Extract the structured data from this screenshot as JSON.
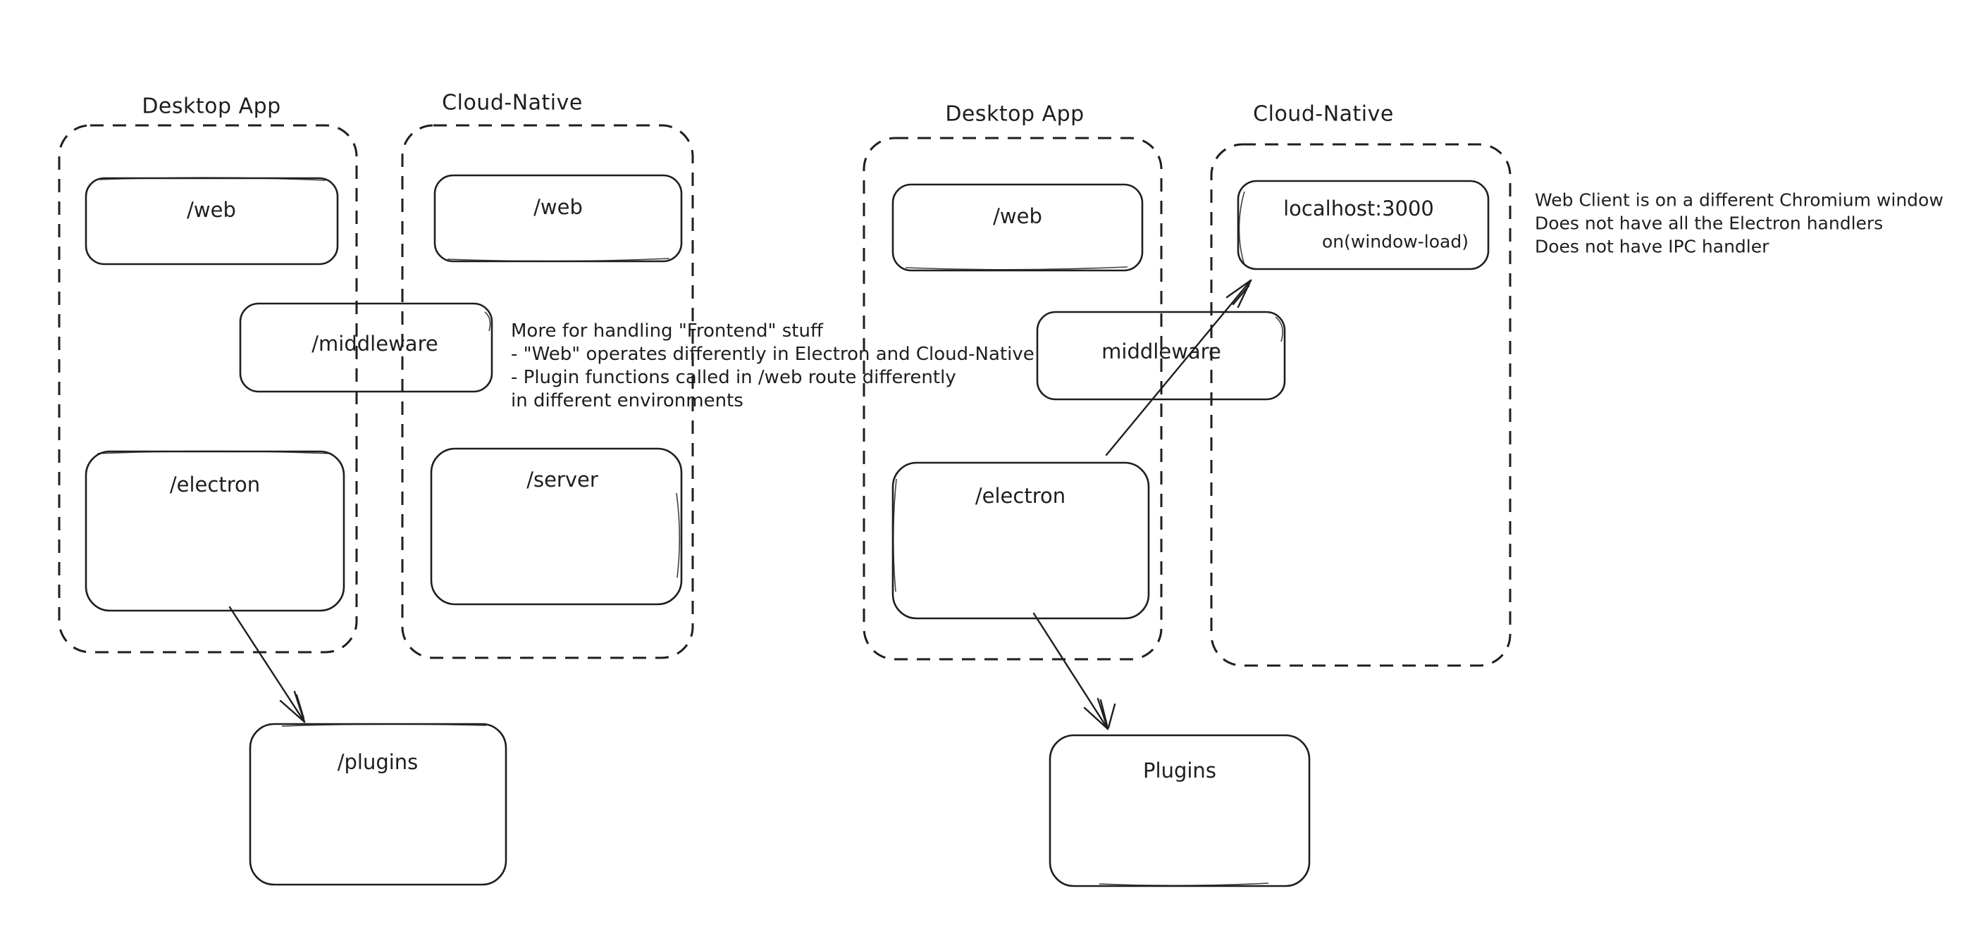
{
  "colors": {
    "ink": "#1e1e1e",
    "green": "#2f9e44",
    "red": "#e03131",
    "background": "#ffffff"
  },
  "left_diagram": {
    "desktop_group_label": "Desktop App",
    "cloud_group_label": "Cloud-Native",
    "web_desktop_label": "/web",
    "web_cloud_label": "/web",
    "middleware_label": "/middleware",
    "electron_label": "/electron",
    "server_label": "/server",
    "plugins_label": "/plugins"
  },
  "right_diagram": {
    "desktop_group_label": "Desktop App",
    "cloud_group_label": "Cloud-Native",
    "web_label": "/web",
    "localhost_label": "localhost:3000",
    "localhost_event_label": "on(window-load)",
    "middleware_label": "middleware",
    "electron_label": "/electron",
    "plugins_label": "Plugins"
  },
  "notes": {
    "middleware_note": {
      "color": "#2f9e44",
      "lines": [
        "More for handling \"Frontend\" stuff",
        "- \"Web\" operates differently in Electron and Cloud-Native",
        "- Plugin functions called in /web route differently",
        "in different environments"
      ]
    },
    "web_client_note": {
      "color": "#e03131",
      "lines": [
        "Web Client is on a different Chromium window",
        "Does not have all the Electron handlers",
        "Does not have IPC handler"
      ]
    }
  }
}
